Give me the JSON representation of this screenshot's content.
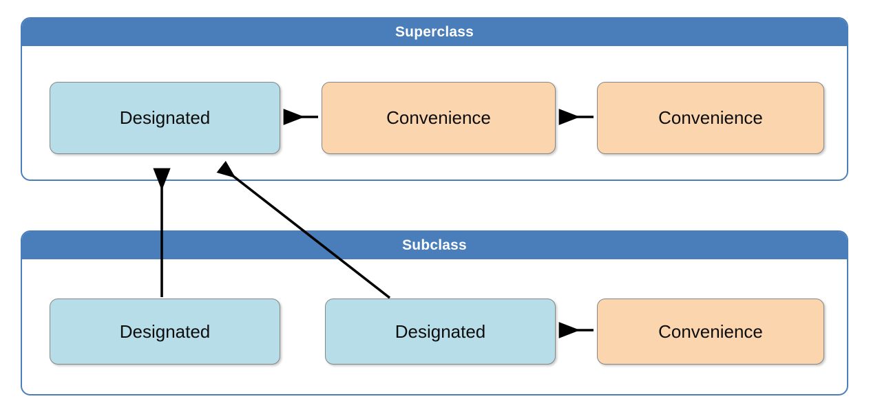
{
  "diagram": {
    "title_visible": false,
    "colors": {
      "panel_border": "#4A7EBB",
      "header_fill": "#4A7EBB",
      "header_text": "#FFFFFF",
      "designated_fill": "#B6DDE8",
      "convenience_fill": "#FBD5AE",
      "node_border": "#868686",
      "node_text": "#0D0D0D",
      "arrow": "#000000",
      "background": "#FFFFFF"
    },
    "panels": [
      {
        "id": "superclass",
        "header": "Superclass",
        "nodes": [
          {
            "id": "super-designated",
            "label": "Designated",
            "kind": "designated"
          },
          {
            "id": "super-convenience-1",
            "label": "Convenience",
            "kind": "convenience"
          },
          {
            "id": "super-convenience-2",
            "label": "Convenience",
            "kind": "convenience"
          }
        ]
      },
      {
        "id": "subclass",
        "header": "Subclass",
        "nodes": [
          {
            "id": "sub-designated-1",
            "label": "Designated",
            "kind": "designated"
          },
          {
            "id": "sub-designated-2",
            "label": "Designated",
            "kind": "designated"
          },
          {
            "id": "sub-convenience-1",
            "label": "Convenience",
            "kind": "convenience"
          }
        ]
      }
    ],
    "arrows": [
      {
        "id": "arrow-super-conv1-to-designated",
        "from": "super-convenience-1",
        "to": "super-designated",
        "style": "straight-horizontal",
        "direction": "left"
      },
      {
        "id": "arrow-super-conv2-to-conv1",
        "from": "super-convenience-2",
        "to": "super-convenience-1",
        "style": "straight-horizontal",
        "direction": "left"
      },
      {
        "id": "arrow-sub-conv1-to-designated2",
        "from": "sub-convenience-1",
        "to": "sub-designated-2",
        "style": "straight-horizontal",
        "direction": "left"
      },
      {
        "id": "arrow-sub-designated1-to-super-designated",
        "from": "sub-designated-1",
        "to": "super-designated",
        "style": "straight-vertical",
        "direction": "up"
      },
      {
        "id": "arrow-sub-designated2-to-super-designated",
        "from": "sub-designated-2",
        "to": "super-designated",
        "style": "diagonal",
        "direction": "up-left"
      }
    ]
  }
}
